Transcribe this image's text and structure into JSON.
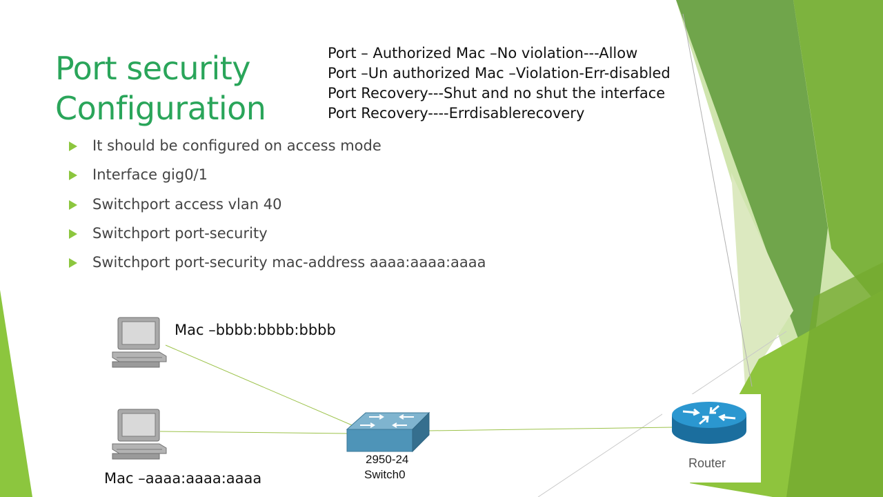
{
  "slide": {
    "title_lines": [
      "Port security",
      "Configuration"
    ],
    "notes": [
      "Port – Authorized Mac –No violation---Allow",
      "Port –Un authorized Mac –Violation-Err-disabled",
      "Port Recovery---Shut and no shut the interface",
      "Port Recovery----Errdisablerecovery"
    ],
    "bullets": [
      "It should be configured on access mode",
      "Interface gig0/1",
      "Switchport access vlan 40",
      "Switchport port-security",
      "Switchport port-security mac-address aaaa:aaaa:aaaa"
    ]
  },
  "diagram": {
    "pc1_label": "Mac –bbbb:bbbb:bbbb",
    "pc2_label": "Mac –aaaa:aaaa:aaaa",
    "switch_model": "2950-24",
    "switch_name": "Switch0",
    "router_label": "Router"
  },
  "colors": {
    "title": "#2aa55a",
    "bullet": "#8cc63e",
    "link": "#9cc24a"
  },
  "icons": {
    "bullet": "triangle-right-icon",
    "pc": "computer-icon",
    "switch": "switch-icon",
    "router": "router-icon"
  }
}
